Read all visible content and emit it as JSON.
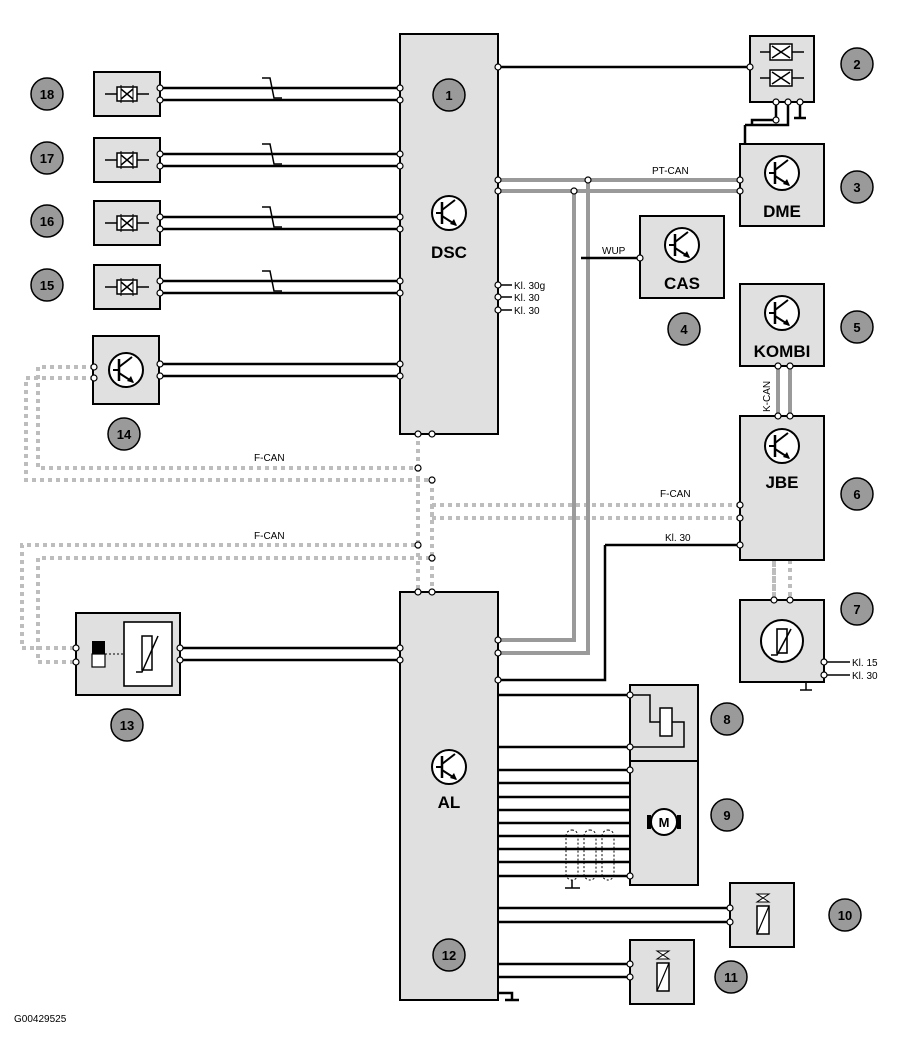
{
  "modules": {
    "dsc": "DSC",
    "dme": "DME",
    "cas": "CAS",
    "kombi": "KOMBI",
    "jbe": "JBE",
    "al": "AL"
  },
  "buses": {
    "pt_can": "PT-CAN",
    "wup": "WUP",
    "k_can": "K-CAN",
    "f_can_1": "F-CAN",
    "f_can_2": "F-CAN",
    "f_can_3": "F-CAN"
  },
  "terminals": {
    "dsc_kl30g": "Kl. 30g",
    "dsc_kl30_a": "Kl. 30",
    "dsc_kl30_b": "Kl. 30",
    "jbe_kl30": "Kl. 30",
    "sensor_kl15": "Kl. 15",
    "sensor_kl30": "Kl. 30"
  },
  "callouts": {
    "c1": "1",
    "c2": "2",
    "c3": "3",
    "c4": "4",
    "c5": "5",
    "c6": "6",
    "c7": "7",
    "c8": "8",
    "c9": "9",
    "c10": "10",
    "c11": "11",
    "c12": "12",
    "c13": "13",
    "c14": "14",
    "c15": "15",
    "c16": "16",
    "c17": "17",
    "c18": "18"
  },
  "motor_symbol": "M",
  "figure_code": "G00429525"
}
